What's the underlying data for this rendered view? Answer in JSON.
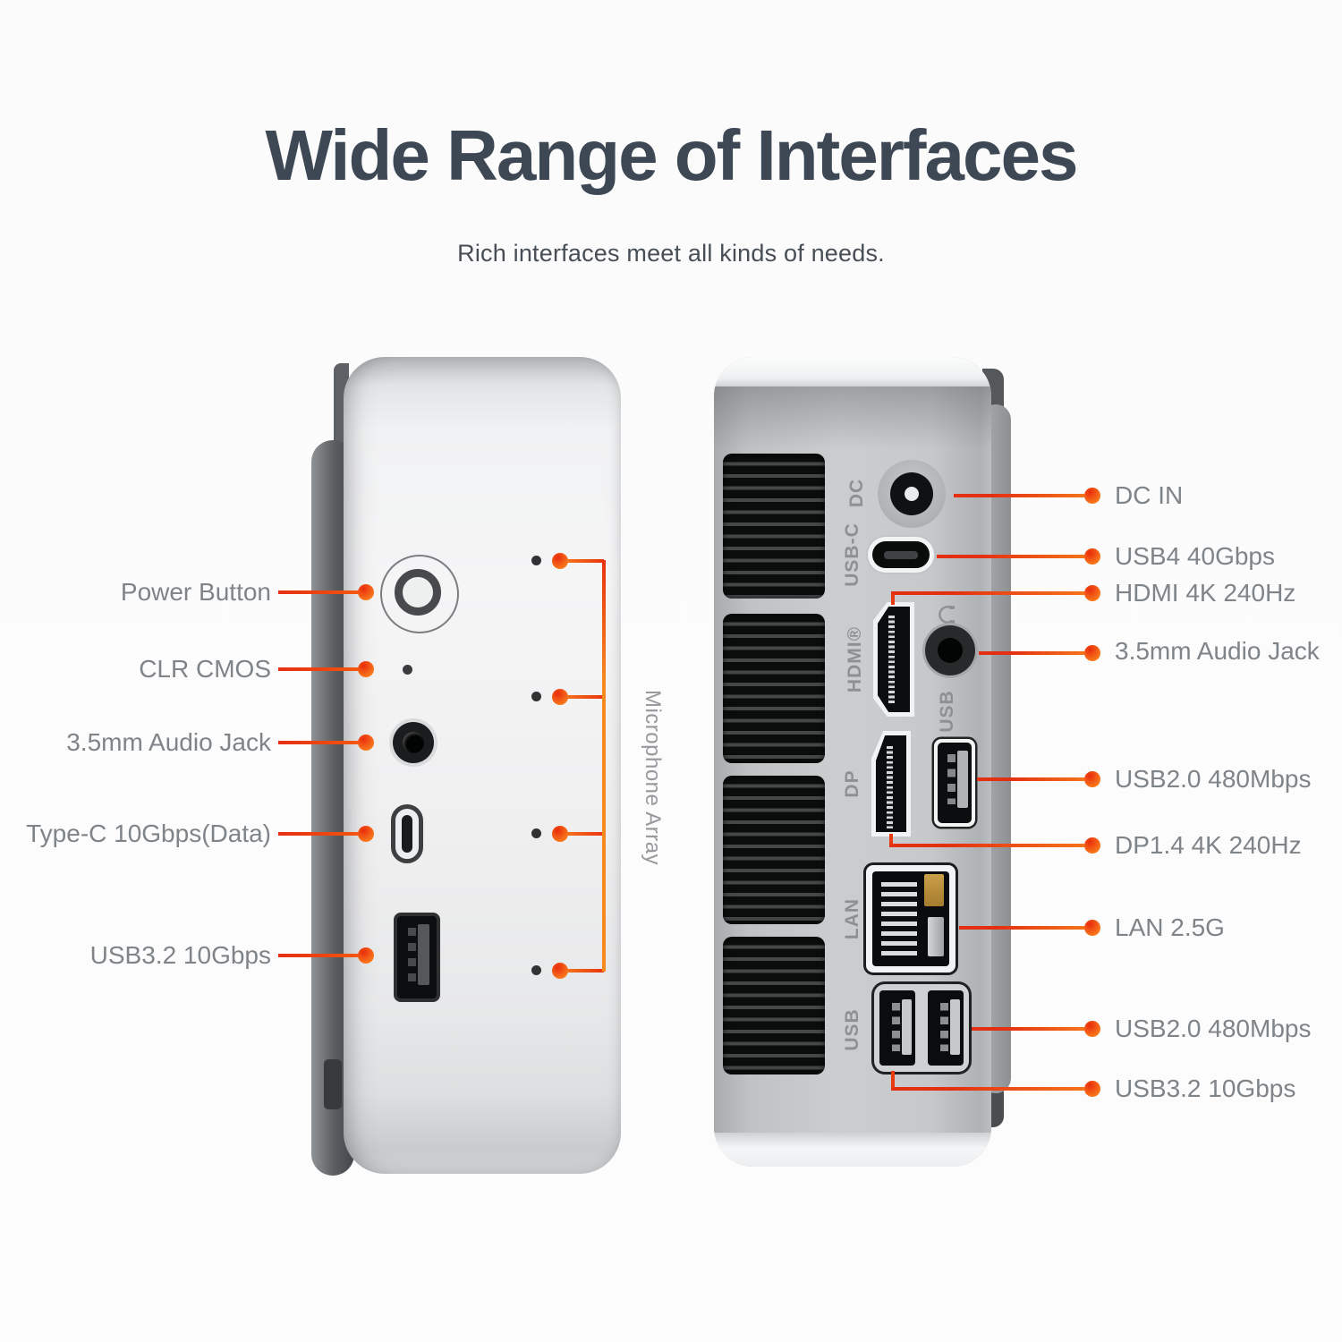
{
  "header": {
    "title": "Wide Range of Interfaces",
    "subtitle": "Rich interfaces meet all kinds of needs."
  },
  "front_view": {
    "labels": [
      {
        "text": "Power Button"
      },
      {
        "text": "CLR CMOS"
      },
      {
        "text": "3.5mm Audio Jack"
      },
      {
        "text": "Type-C 10Gbps(Data)"
      },
      {
        "text": "USB3.2 10Gbps"
      }
    ],
    "mic_label": "Microphone Array"
  },
  "back_view": {
    "port_labels": [
      "DC",
      "USB-C",
      "HDMI®",
      "USB",
      "DP",
      "LAN",
      "USB"
    ],
    "labels": [
      {
        "text": "DC IN"
      },
      {
        "text": "USB4 40Gbps"
      },
      {
        "text": "HDMI 4K 240Hz"
      },
      {
        "text": "3.5mm Audio Jack"
      },
      {
        "text": "USB2.0 480Mbps"
      },
      {
        "text": "DP1.4 4K 240Hz"
      },
      {
        "text": "LAN 2.5G"
      },
      {
        "text": "USB2.0 480Mbps"
      },
      {
        "text": "USB3.2 10Gbps"
      }
    ]
  },
  "icons": {
    "audio_jack_back": "headphone-icon"
  },
  "colors": {
    "accent_red": "#e93110",
    "accent_orange": "#f8821e",
    "title": "#3d4854",
    "label_gray": "#7f8488",
    "port_label_gray": "#8e9194"
  }
}
